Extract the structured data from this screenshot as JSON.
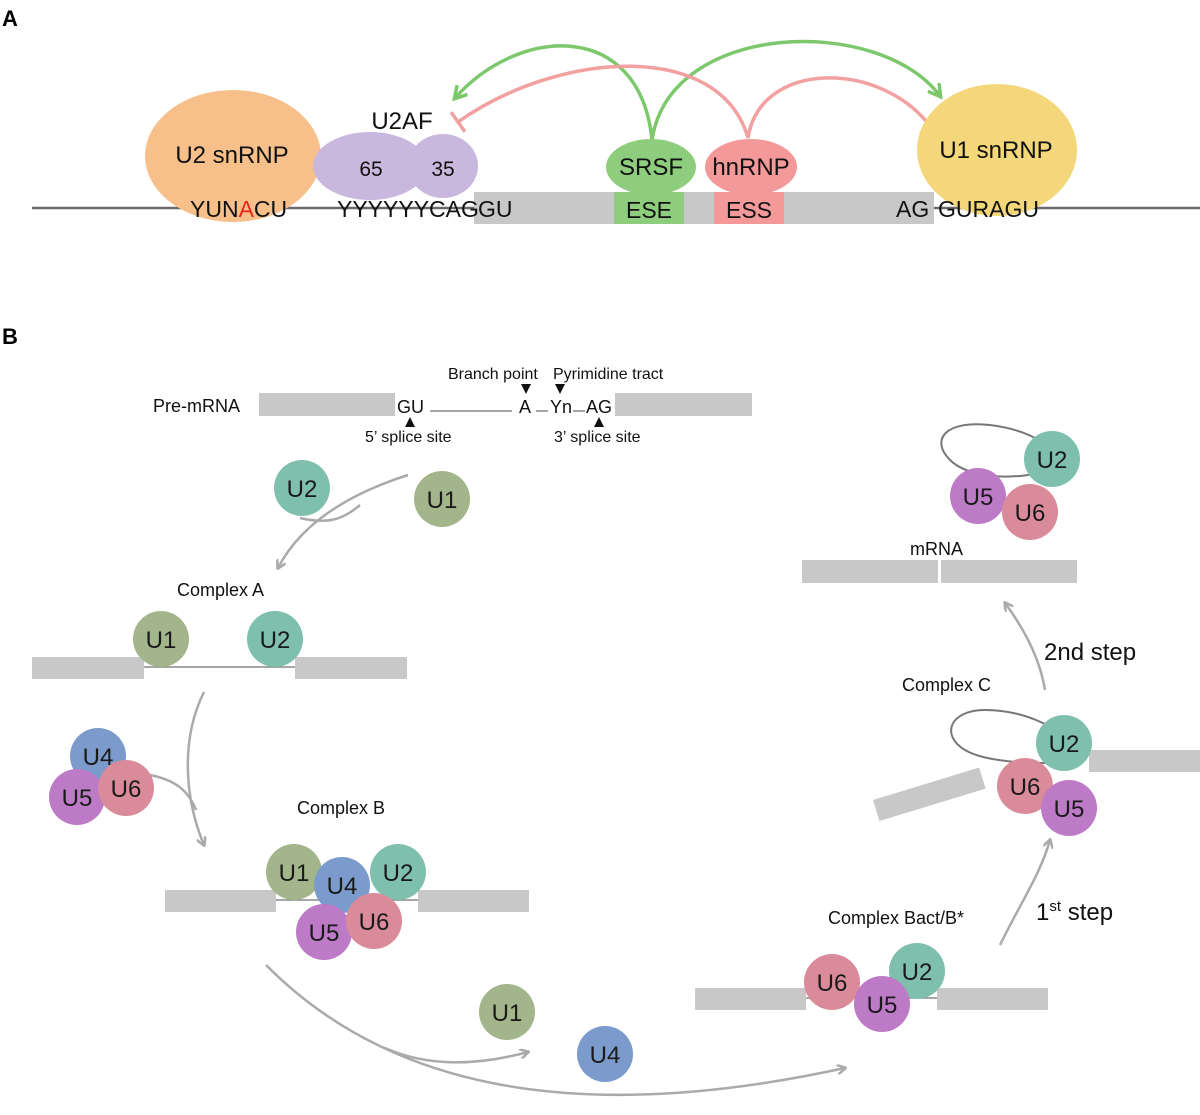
{
  "panelA": {
    "letter": "A",
    "u2snrnp": "U2 snRNP",
    "u2af": "U2AF",
    "u2af65": "65",
    "u2af35": "35",
    "srsf": "SRSF",
    "hnrnp": "hnRNP",
    "u1snrnp": "U1 snRNP",
    "branch_seq_a": "YUN",
    "branch_seq_b": "A",
    "branch_seq_c": "CU",
    "polypyrimidine": "YYYYYYCAG",
    "gu": "GU",
    "ese": "ESE",
    "ess": "ESS",
    "ag": "AG",
    "guragu": "GURAGU",
    "colors": {
      "u2snrnp": "#f7c08a",
      "u2af": "#c9b7de",
      "srsf": "#8fcd7e",
      "hnrnp": "#f4999a",
      "u1snrnp": "#f3d77a",
      "exon": "#c8c8c8",
      "branch_A": "#e8261c",
      "activate_arrow": "#7dc86c",
      "inhibit_arrow": "#f2a0a0"
    }
  },
  "panelB": {
    "letter": "B",
    "premrna_label": "Pre-mRNA",
    "gu": "GU",
    "a": "A",
    "yn": "Yn",
    "ag": "AG",
    "branch_point": "Branch point",
    "pyrimidine_tract": "Pyrimidine tract",
    "five_splice": "5’ splice site",
    "three_splice": "3’ splice site",
    "complex_a": "Complex A",
    "complex_b": "Complex B",
    "complex_bact": "Complex Bact/B*",
    "complex_c": "Complex C",
    "mrna": "mRNA",
    "step1_num": "1",
    "step1_sup": "st",
    "step1_word": " step",
    "step2": "2nd step",
    "snrnp": {
      "U1": "U1",
      "U2": "U2",
      "U4": "U4",
      "U5": "U5",
      "U6": "U6"
    },
    "colors": {
      "U1": "#a3b58a",
      "U2": "#7fbfae",
      "U4": "#7a9bcb",
      "U5": "#bd7ac6",
      "U6": "#d98b9a",
      "exon": "#c8c8c8",
      "arrow": "#aaaaaa"
    }
  }
}
